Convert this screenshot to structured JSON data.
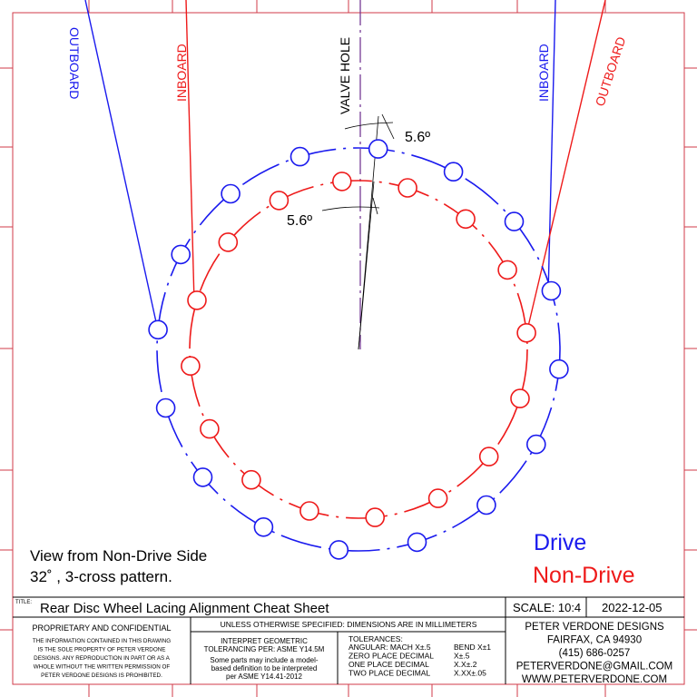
{
  "spoke_labels": {
    "outboard_left": "OUTBOARD",
    "inboard_left": "INBOARD",
    "valve_hole": "VALVE HOLE",
    "inboard_right": "INBOARD",
    "outboard_right": "OUTBOARD"
  },
  "angles": {
    "outer": "5.6º",
    "inner": "5.6º"
  },
  "view": {
    "line1": "View from Non-Drive Side",
    "line2": "32˚ , 3-cross pattern."
  },
  "legend": {
    "drive": "Drive",
    "non_drive": "Non-Drive",
    "drive_color": "#1a1aee",
    "non_drive_color": "#ee1a1a"
  },
  "title_block": {
    "title_tag": "TITLE:",
    "title": "Rear Disc Wheel Lacing Alignment Cheat Sheet",
    "scale": "SCALE: 10:4",
    "date": "2022-12-05",
    "proprietary_head": "PROPRIETARY AND CONFIDENTIAL",
    "proprietary_lines": [
      "THE INFORMATION CONTAINED IN THIS DRAWING",
      "IS THE SOLE PROPERTY OF PETER VERDONE",
      "DESIGNS.  ANY REPRODUCTION IN PART OR AS A",
      "WHOLE WITHOUT THE WRITTEN PERMISSION OF",
      "PETER VERDONE DESIGNS IS PROHIBITED."
    ],
    "unless": "UNLESS OTHERWISE SPECIFIED: DIMENSIONS ARE IN MILLIMETERS",
    "interpret_lines": [
      "INTERPRET GEOMETRIC",
      "TOLERANCING PER: ASME Y14.5M"
    ],
    "model_lines": [
      "Some parts may include a model-",
      "based definition to be interpreted",
      "per ASME Y14.41-2012"
    ],
    "tolerances_head": "TOLERANCES:",
    "tol_left": [
      "ANGULAR: MACH X±.5",
      "ZERO PLACE DECIMAL",
      "ONE PLACE DECIMAL",
      "TWO PLACE DECIMAL"
    ],
    "tol_right": [
      "BEND X±1",
      "X±.5",
      "X.X±.2",
      "X.XX±.05"
    ],
    "company_lines": [
      "PETER VERDONE DESIGNS",
      "FAIRFAX, CA 94930",
      "(415) 686-0257",
      "PETERVERDONE@GMAIL.COM",
      "WWW.PETERVERDONE.COM"
    ]
  }
}
